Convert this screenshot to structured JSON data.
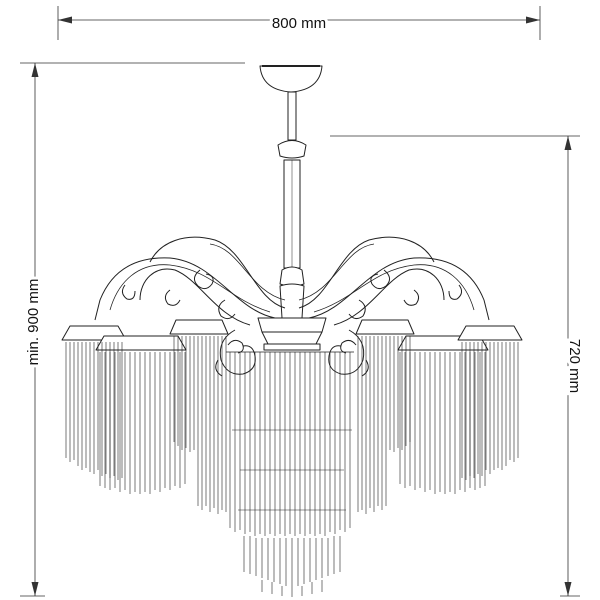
{
  "dimensions": {
    "width_label": "800 mm",
    "height_min_label": "min. 900 mm",
    "body_height_label": "720 mm"
  },
  "drawing": {
    "subject": "chandelier",
    "line_color": "#222222",
    "dim_line_color": "#333333",
    "arms": 6
  }
}
